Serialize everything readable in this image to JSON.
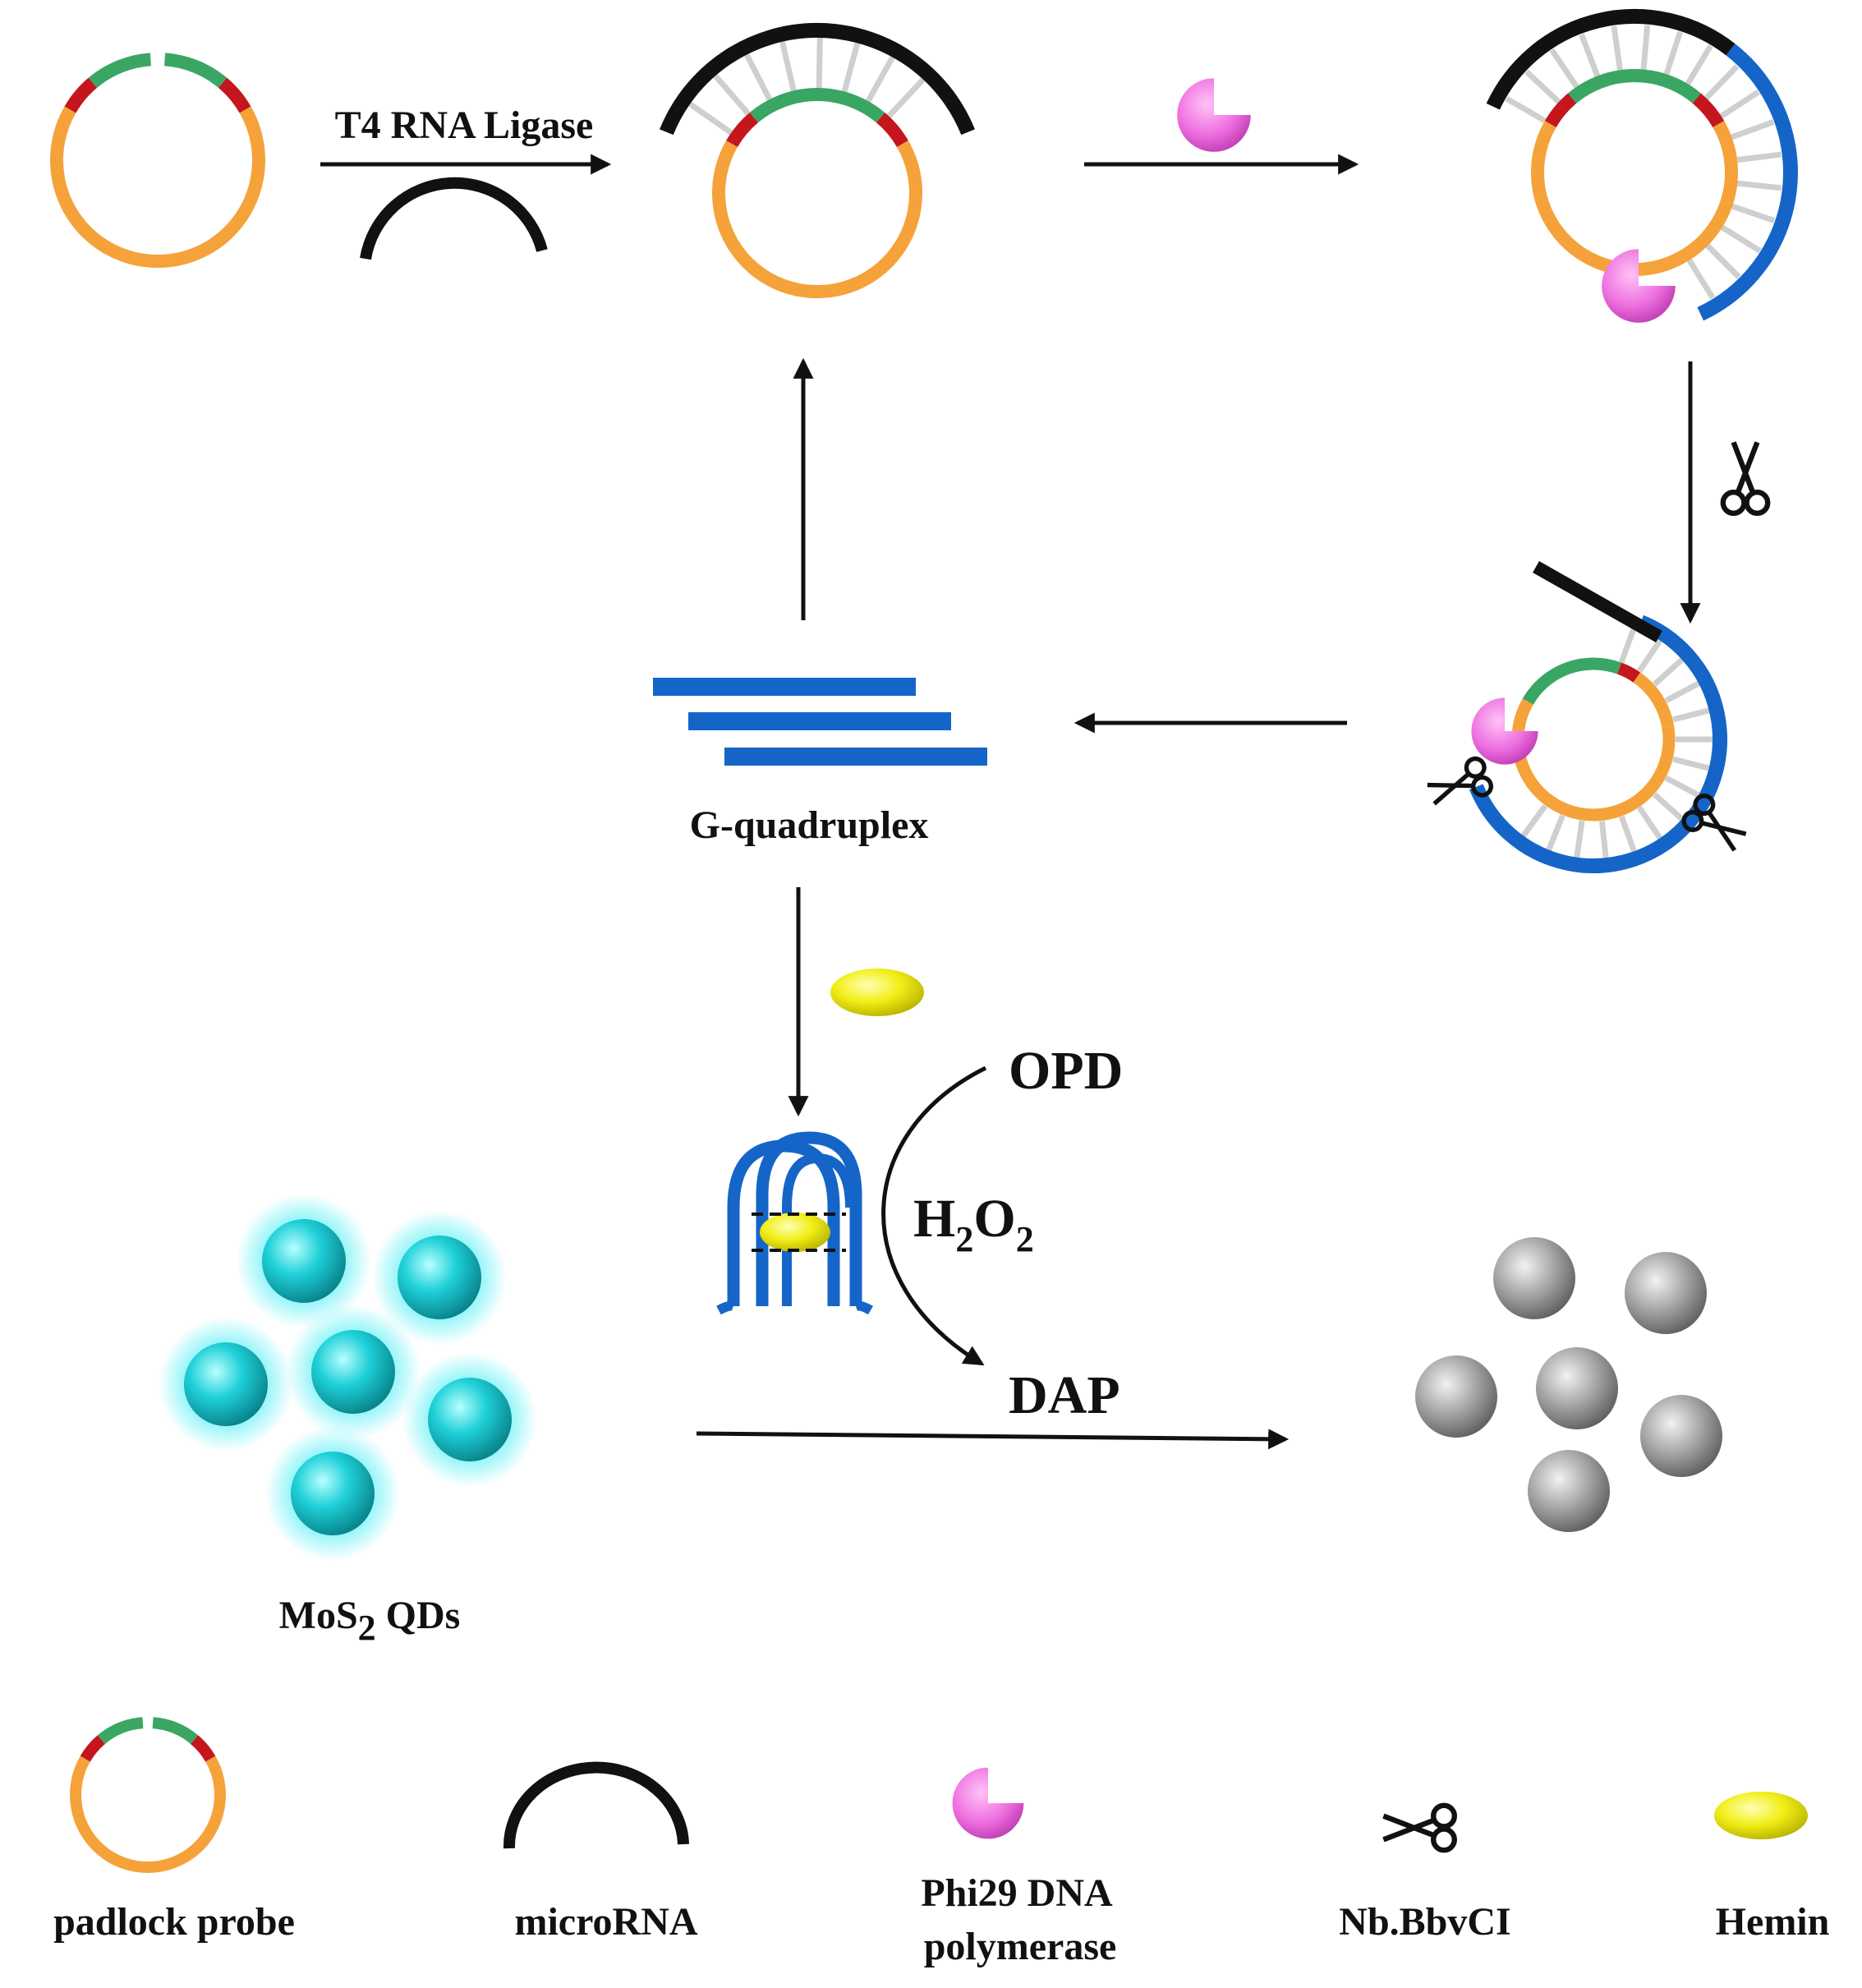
{
  "colors": {
    "probe_body": "#f5a23a",
    "probe_arm": "#3aa663",
    "probe_junction": "#c4161c",
    "microrna": "#111111",
    "rca_product": "#1565c8",
    "base_pair": "#cfcfcf",
    "polymerase": "#ee6fe0",
    "hemin": "#f1ee16",
    "qd_cyan": "#1fd0d8",
    "qd_gray": "#9e9e9e"
  },
  "labels": {
    "ligase": "T4 RNA Ligase",
    "gquad": "G-quadruplex",
    "opd": "OPD",
    "h2o2_h": "H",
    "h2o2_sub1": "2",
    "h2o2_o": "O",
    "h2o2_sub2": "2",
    "dap": "DAP",
    "mos2_pre": "MoS",
    "mos2_sub": "2",
    "mos2_post": " QDs"
  },
  "legend": {
    "padlock": "padlock probe",
    "microrna": "microRNA",
    "phi29_line1": "Phi29 DNA",
    "phi29_line2": "polymerase",
    "nb": "Nb.BbvCI",
    "hemin": "Hemin"
  },
  "icons": [
    "scissors-icon",
    "polymerase-icon",
    "hemin-icon",
    "quantum-dot-icon"
  ]
}
